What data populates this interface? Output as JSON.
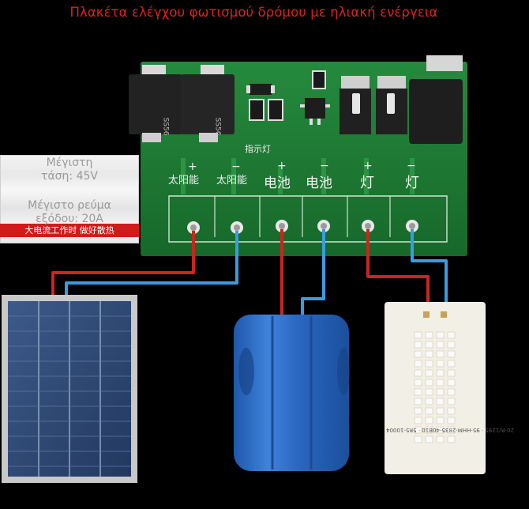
{
  "title": "Πλακέτα ελέγχου φωτισμού δρόμου με ηλιακή ενέργεια",
  "specs": {
    "voltage": "Μέγιστη\nτάση: 45V",
    "current": "Μέγιστο ρεύμα\nεξόδου: 20A",
    "warning_cn": "大电流工作时 做好散热"
  },
  "board": {
    "indicator_cn": "指示灯",
    "terminals": [
      {
        "sign": "+",
        "label_cn": "太阳能"
      },
      {
        "sign": "−",
        "label_cn": "太阳能"
      },
      {
        "sign": "+",
        "label_cn": "电池"
      },
      {
        "sign": "−",
        "label_cn": "电池"
      },
      {
        "sign": "+",
        "label_cn": "灯"
      },
      {
        "sign": "−",
        "label_cn": "灯"
      }
    ],
    "component_codes": [
      "SS56",
      "SS56"
    ]
  },
  "led_board": {
    "silkscreen": "20-R/1295 · 95-HHM-2835-40B10 · 5R5-10004"
  },
  "colors": {
    "pcb": "#1f7a34",
    "wire_red": "#c9261f",
    "wire_blue": "#3b9be0",
    "battery": "#2f6fc9",
    "title_red": "#d8241c"
  }
}
